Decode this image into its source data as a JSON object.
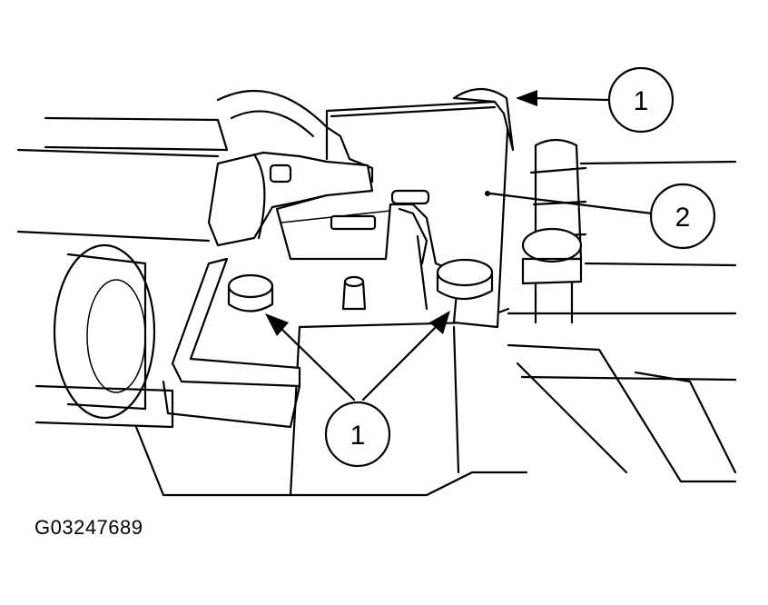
{
  "figure": {
    "id_label": "G03247689",
    "callouts": [
      {
        "number": "1",
        "target": "clip-top"
      },
      {
        "number": "2",
        "target": "bracket"
      },
      {
        "number": "1",
        "target": "clips-bottom"
      }
    ]
  }
}
